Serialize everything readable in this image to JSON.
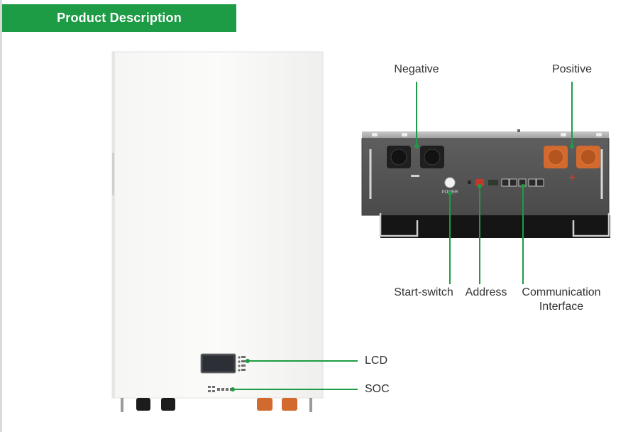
{
  "header": {
    "title": "Product Description"
  },
  "callouts": {
    "negative": "Negative",
    "positive": "Positive",
    "start_switch": "Start-switch",
    "address": "Address",
    "communication": "Communication\nInterface",
    "lcd": "LCD",
    "soc": "SOC"
  },
  "module": {
    "power_label": "POWER",
    "negative_symbol": "−",
    "positive_symbol": "+"
  },
  "colors": {
    "accent": "#1e9b45",
    "terminal_orange": "#d2692e",
    "terminal_black": "#1c1c1c",
    "panel": "#545454"
  }
}
